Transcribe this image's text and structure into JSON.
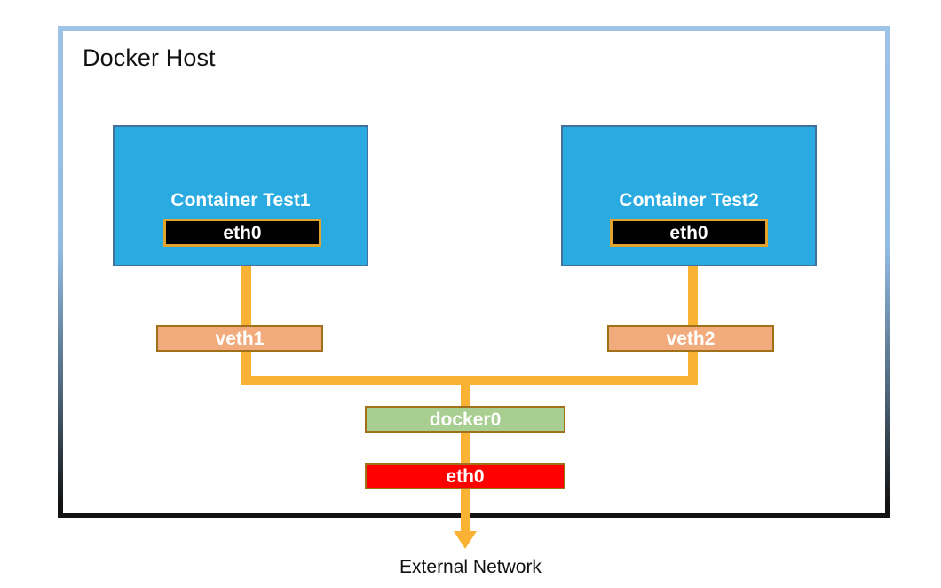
{
  "diagram": {
    "title": "Docker Host",
    "external_label": "External Network",
    "colors": {
      "frame_top": "#9dc3e6",
      "frame_bottom": "#131313",
      "container_fill": "#29abe2",
      "container_border": "#41719c",
      "wire": "#f9b233",
      "eth_container_fill": "#000000",
      "eth_container_border": "#e0a32e",
      "veth_fill": "#f2ab7c",
      "veth_border": "#a07118",
      "docker0_fill": "#a9ce91",
      "eth_host_fill": "#ff0000",
      "text_light": "#ffffff",
      "text_dark": "#111111"
    },
    "containers": [
      {
        "name": "Container Test1",
        "interface": "eth0"
      },
      {
        "name": "Container Test2",
        "interface": "eth0"
      }
    ],
    "veths": [
      {
        "name": "veth1"
      },
      {
        "name": "veth2"
      }
    ],
    "bridge": {
      "name": "docker0"
    },
    "host_interface": {
      "name": "eth0"
    }
  }
}
